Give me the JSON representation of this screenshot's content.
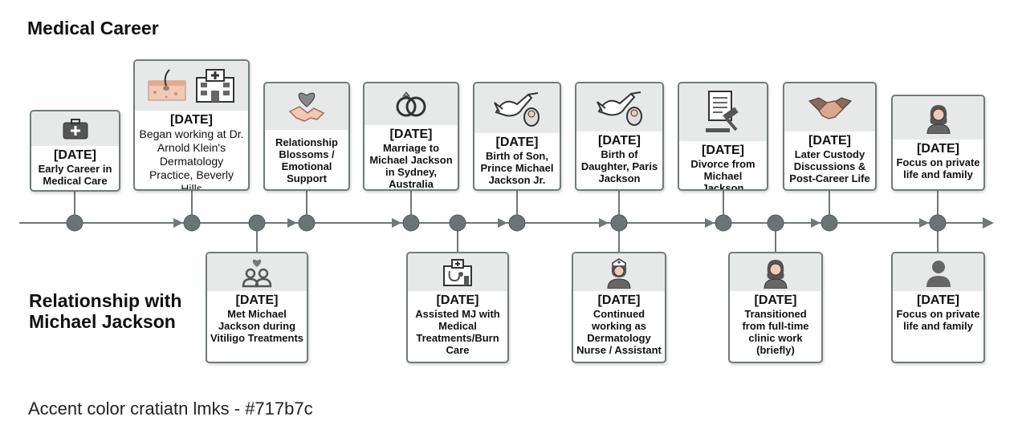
{
  "headings": {
    "top": "Medical Career",
    "bottom": "Relationship with Michael Jackson"
  },
  "footer_note": "Accent color cratiatn lmks - #717b7c",
  "colors": {
    "accent": "#717b7c",
    "band": "#e7e9e9",
    "line": "#6f7778"
  },
  "top_events": [
    {
      "date": "[DATE]",
      "text": "Early Career in Medical Care",
      "icon": "medical-kit-icon"
    },
    {
      "date": "[DATE]",
      "text": "Began working at Dr. Arnold Klein's Dermatology Practice, Beverly Hills",
      "icon": "skin-hospital-icon"
    },
    {
      "date": "",
      "text": "Relationship Blossoms / Emotional Support",
      "icon": "heart-handshake-icon"
    },
    {
      "date": "[DATE]",
      "text": "Marriage to Michael Jackson in Sydney, Australia",
      "icon": "wedding-rings-icon"
    },
    {
      "date": "[DATE]",
      "text": "Birth of Son, Prince Michael Jackson Jr.",
      "icon": "stork-baby-icon"
    },
    {
      "date": "[DATE]",
      "text": "Birth of Daughter, Paris Jackson",
      "icon": "stork-baby-icon"
    },
    {
      "date": "[DATE]",
      "text": "Divorce from Michael Jackson",
      "icon": "document-gavel-icon"
    },
    {
      "date": "[DATE]",
      "text": "Later Custody Discussions & Post-Career Life",
      "icon": "handshake-icon"
    },
    {
      "date": "[DATE]",
      "text": "Focus on private life and family",
      "icon": "woman-avatar-icon"
    }
  ],
  "bottom_events": [
    {
      "date": "[DATE]",
      "text": "Met Michael Jackson during Vitiligo Treatments",
      "icon": "couple-heart-icon"
    },
    {
      "date": "[DATE]",
      "text": "Assisted MJ with Medical Treatments/Burn Care",
      "icon": "clinic-stethoscope-icon"
    },
    {
      "date": "[DATE]",
      "text": "Continued working as Dermatology Nurse / Assistant",
      "icon": "nurse-icon"
    },
    {
      "date": "[DATE]",
      "text": "Transitioned from full-time clinic work (briefly)",
      "icon": "woman-avatar-icon"
    },
    {
      "date": "[DATE]",
      "text": "Focus on private life and family",
      "icon": "person-avatar-icon"
    }
  ]
}
